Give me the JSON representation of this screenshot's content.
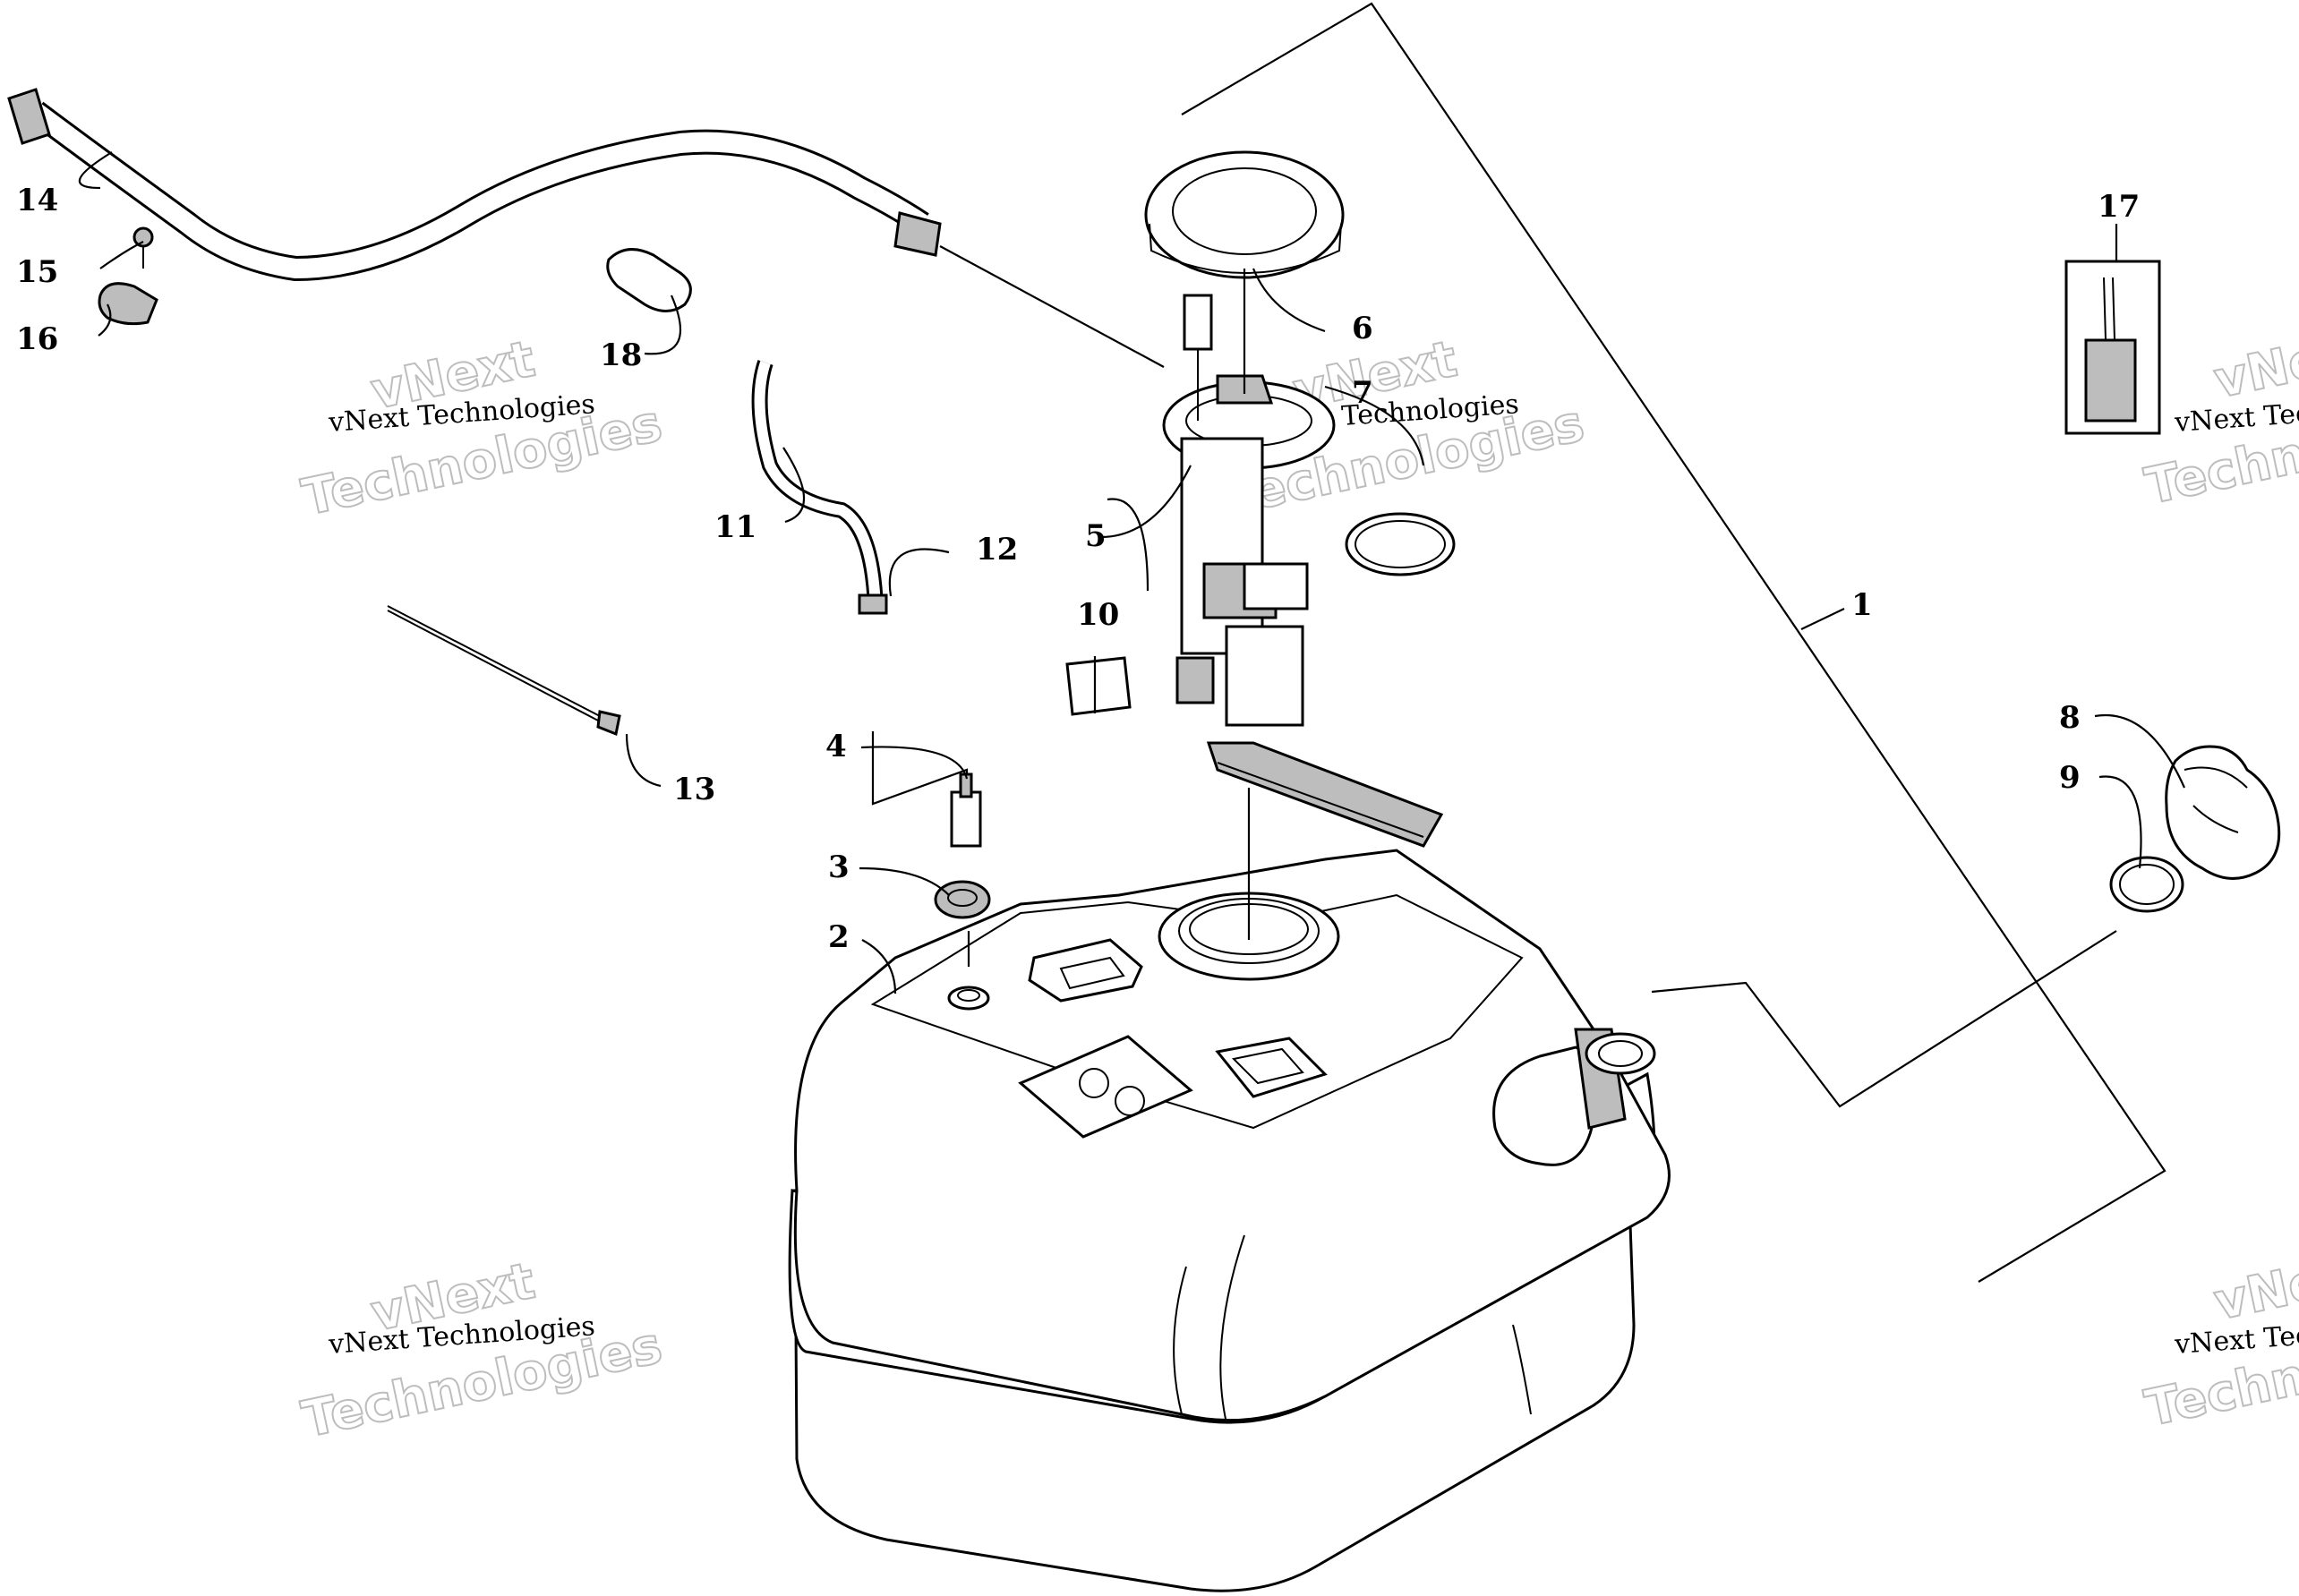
{
  "callouts": [
    "1",
    "2",
    "3",
    "4",
    "5",
    "6",
    "7",
    "8",
    "9",
    "10",
    "11",
    "12",
    "13",
    "14",
    "15",
    "16",
    "17",
    "18"
  ],
  "watermark": {
    "company": "vNext Technologies",
    "logo_word_1": "vNext",
    "logo_word_2": "Technologies"
  },
  "colors": {
    "line": "#000000",
    "part_fill": "#ffffff",
    "shade": "#bdbdbd",
    "watermark": "#bdbdbd"
  }
}
